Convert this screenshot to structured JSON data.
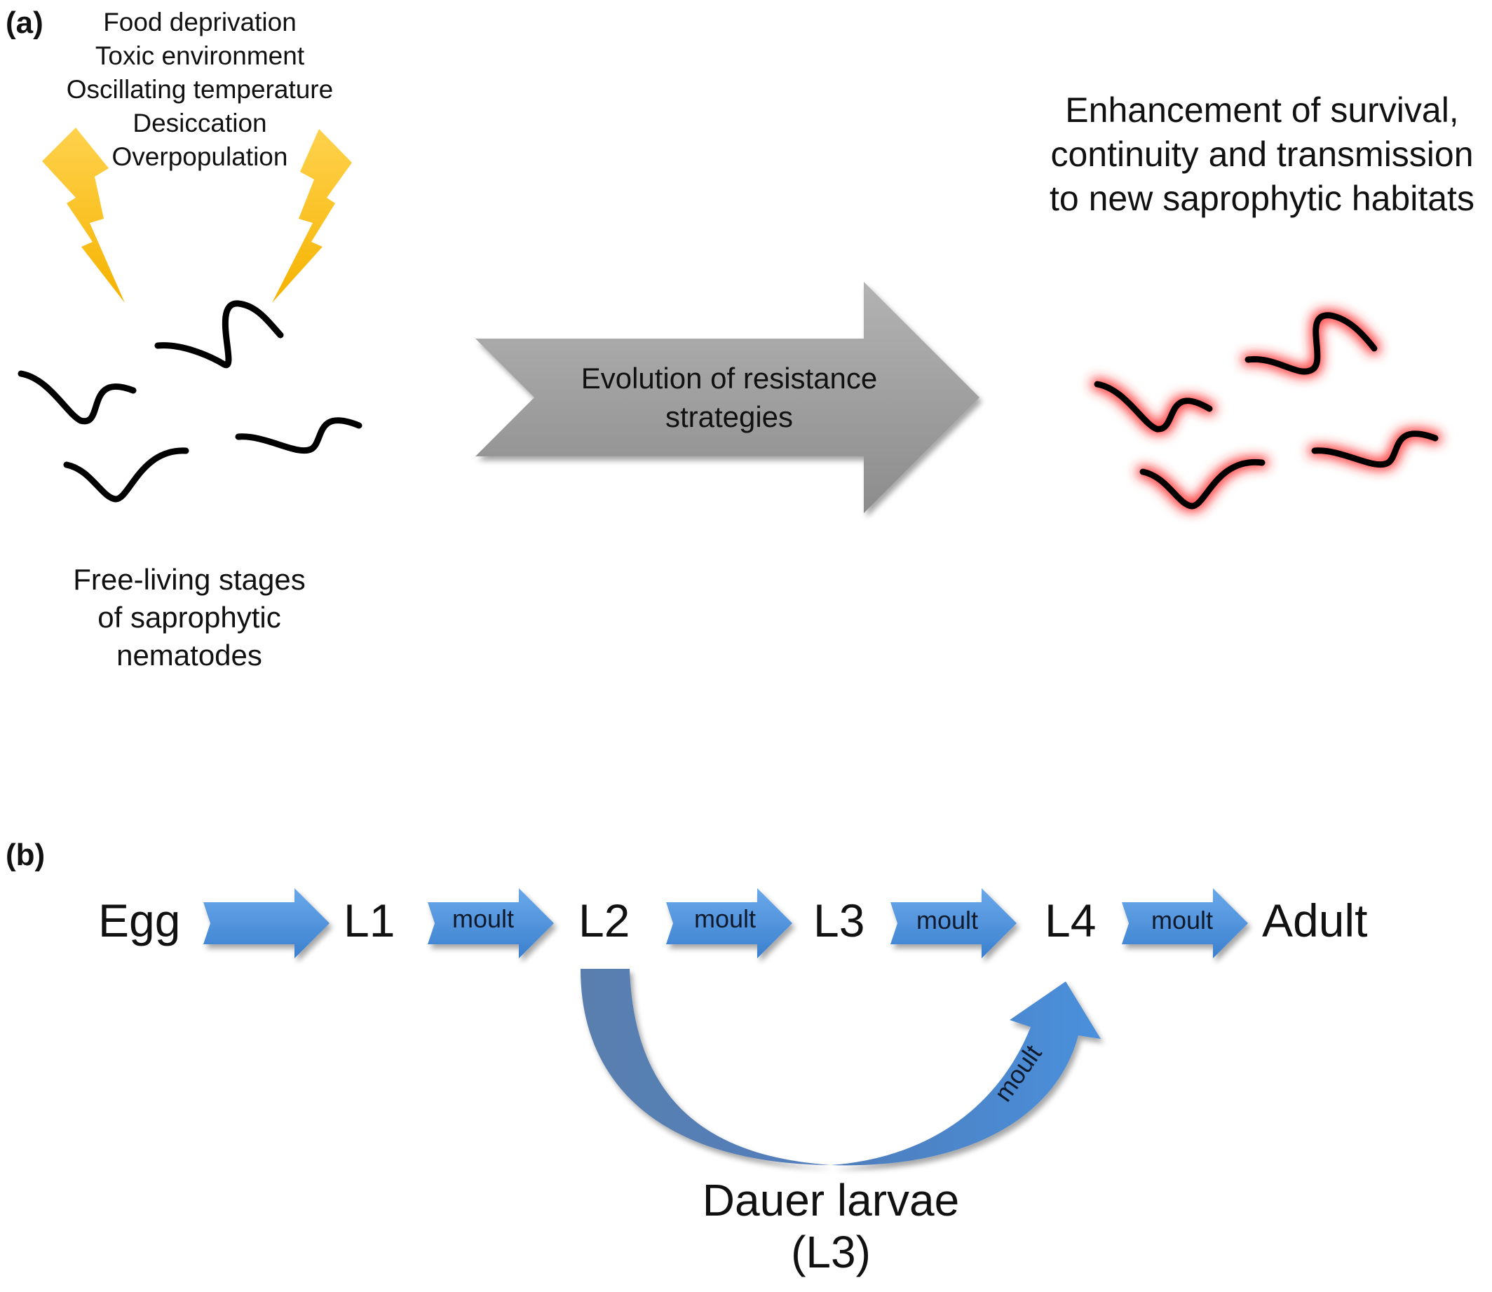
{
  "panel_a": {
    "label": "(a)",
    "stressors": [
      "Food deprivation",
      "Toxic environment",
      "Oscillating temperature",
      "Desiccation",
      "Overpopulation"
    ],
    "caption_lines": [
      "Free-living stages",
      "of saprophytic",
      "nematodes"
    ],
    "arrow_lines": [
      "Evolution of resistance",
      "strategies"
    ],
    "outcome_lines": [
      "Enhancement of survival,",
      "continuity and transmission",
      "to new saprophytic habitats"
    ],
    "colors": {
      "lightning": "#ffc000",
      "arrow_gray": "#a6a6a6",
      "worm": "#000000",
      "glow": "#ff0000"
    }
  },
  "panel_b": {
    "label": "(b)",
    "stages": [
      "Egg",
      "L1",
      "L2",
      "L3",
      "L4",
      "Adult"
    ],
    "moult_label": "moult",
    "dauer_lines": [
      "Dauer larvae",
      "(L3)"
    ],
    "colors": {
      "arrow_blue": "#4a8ed8",
      "arc_blue": "#4f7fba"
    }
  }
}
